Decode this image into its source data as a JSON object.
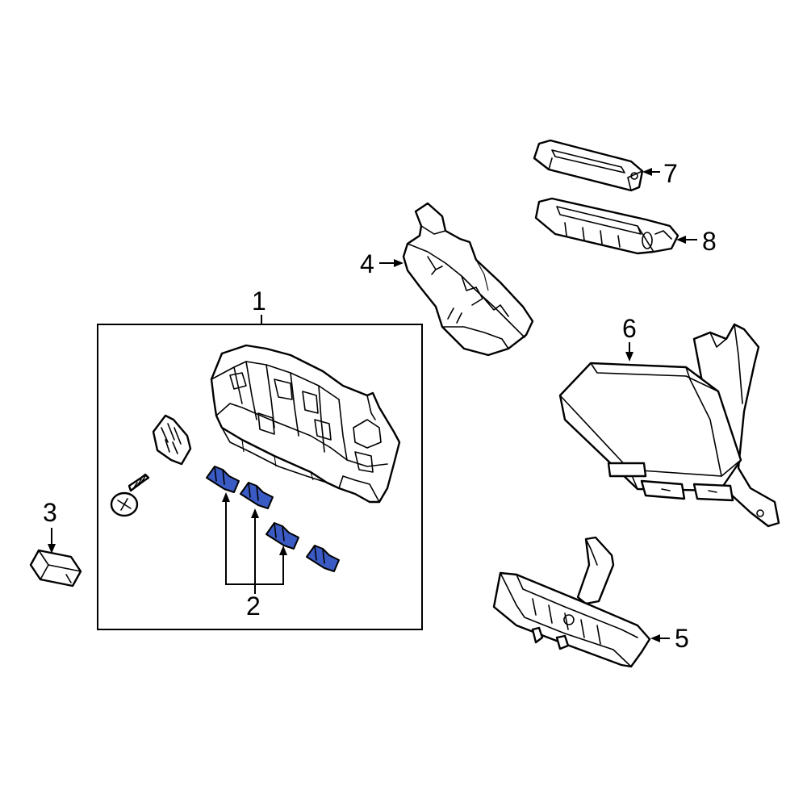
{
  "callouts": {
    "c1": "1",
    "c2": "2",
    "c3": "3",
    "c4": "4",
    "c5": "5",
    "c6": "6",
    "c7": "7",
    "c8": "8"
  },
  "colors": {
    "highlight": "#3b5bc4",
    "line": "#000000",
    "background": "#ffffff"
  }
}
